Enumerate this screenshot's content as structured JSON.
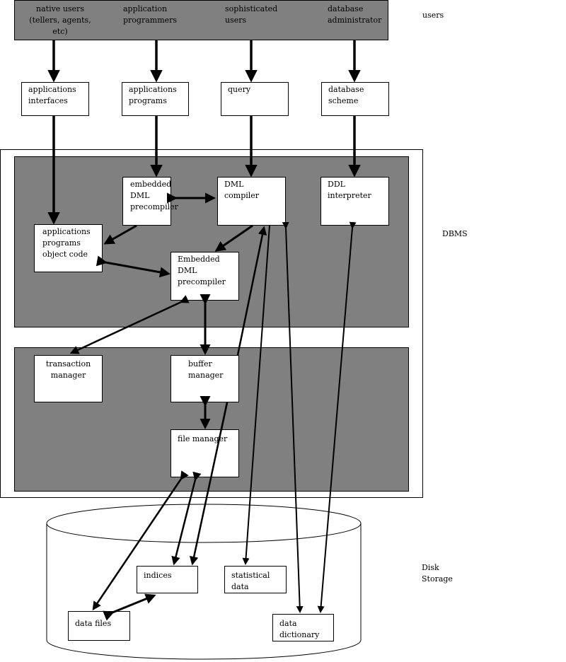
{
  "users_bar": {
    "native_users": "native users\n(tellers, agents, etc)",
    "application_programmers": "application\nprogrammers",
    "sophisticated_users": "sophisticated\nusers",
    "database_administrator": "database\nadministrator"
  },
  "section_labels": {
    "users": "users",
    "dbms": "DBMS",
    "disk_storage": "Disk\nStorage"
  },
  "interfaces": {
    "applications_interfaces": "applications\ninterfaces",
    "applications_programs": "applications\nprograms",
    "query": "query",
    "database_scheme": "database\nscheme"
  },
  "query_processor": {
    "embedded_dml_precompiler_top": "embedded\nDML\nprecompiler",
    "dml_compiler": "DML\ncompiler",
    "ddl_interpreter": "DDL\ninterpreter",
    "applications_object_code": "applications\nprograms\nobject code",
    "embedded_dml_precompiler_mid": "Embedded\nDML\nprecompiler"
  },
  "storage_manager": {
    "transaction_manager": "transaction\nmanager",
    "buffer_manager": "buffer\nmanager",
    "file_manager": "file manager"
  },
  "disk": {
    "indices": "indices",
    "statistical_data": "statistical\ndata",
    "data_files": "data files",
    "data_dictionary": "data\ndictionary"
  },
  "colors": {
    "panel": "#808080",
    "box": "#ffffff",
    "line": "#000000"
  }
}
